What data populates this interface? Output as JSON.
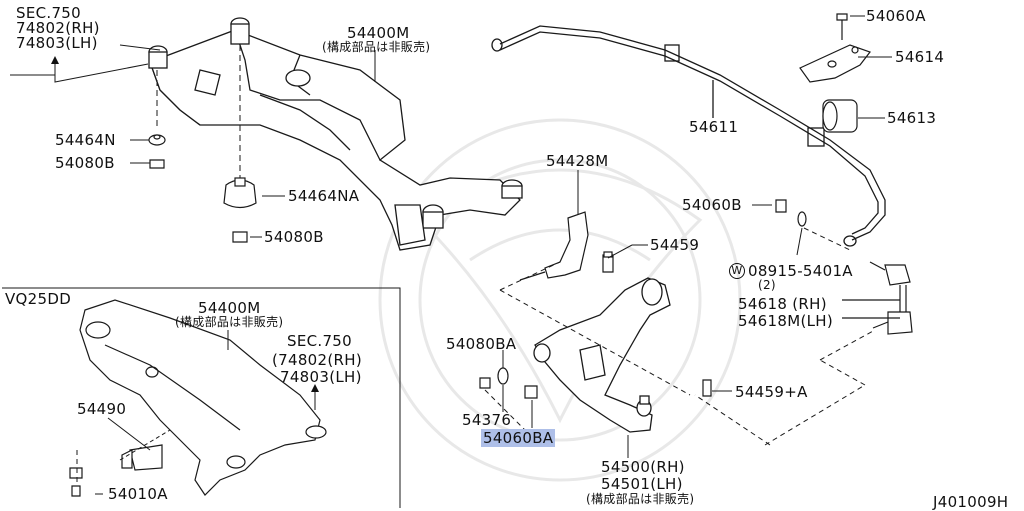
{
  "diagram": {
    "sheet_code": "J401009H",
    "labels": {
      "sec_main": "SEC.750",
      "sec_main_rh": "74802(RH)",
      "sec_main_lh": "74803(LH)",
      "p54400M": "54400M",
      "p54400M_note": "(構成部品は非販売)",
      "p54464N": "54464N",
      "p54080B": "54080B",
      "p54464NA": "54464NA",
      "p54080B_2": "54080B",
      "p54428M": "54428M",
      "p54611": "54611",
      "p54060A": "54060A",
      "p54614": "54614",
      "p54613": "54613",
      "p54060B": "54060B",
      "p54459": "54459",
      "p08915": "08915-5401A",
      "p08915_w": "W",
      "p08915_qty": "(2)",
      "p54618": "54618  (RH)",
      "p54618M": "54618M(LH)",
      "p54080BA": "54080BA",
      "p54376": "54376",
      "p54060BA": "54060BA",
      "p54459A": "54459+A",
      "p54500": "54500(RH)",
      "p54501": "54501(LH)",
      "p54500_note": "(構成部品は非販売)"
    },
    "inset": {
      "title": "VQ25DD",
      "p54400M": "54400M",
      "p54400M_note": "(構成部品は非販売)",
      "sec": "SEC.750",
      "sec_rh": "(74802(RH)",
      "sec_lh": "74803(LH)",
      "p54490": "54490",
      "p54010A": "54010A"
    },
    "colors": {
      "line": "#1a1a1a",
      "highlight": "#aebfe8",
      "watermark": "#e6e6e6"
    }
  }
}
